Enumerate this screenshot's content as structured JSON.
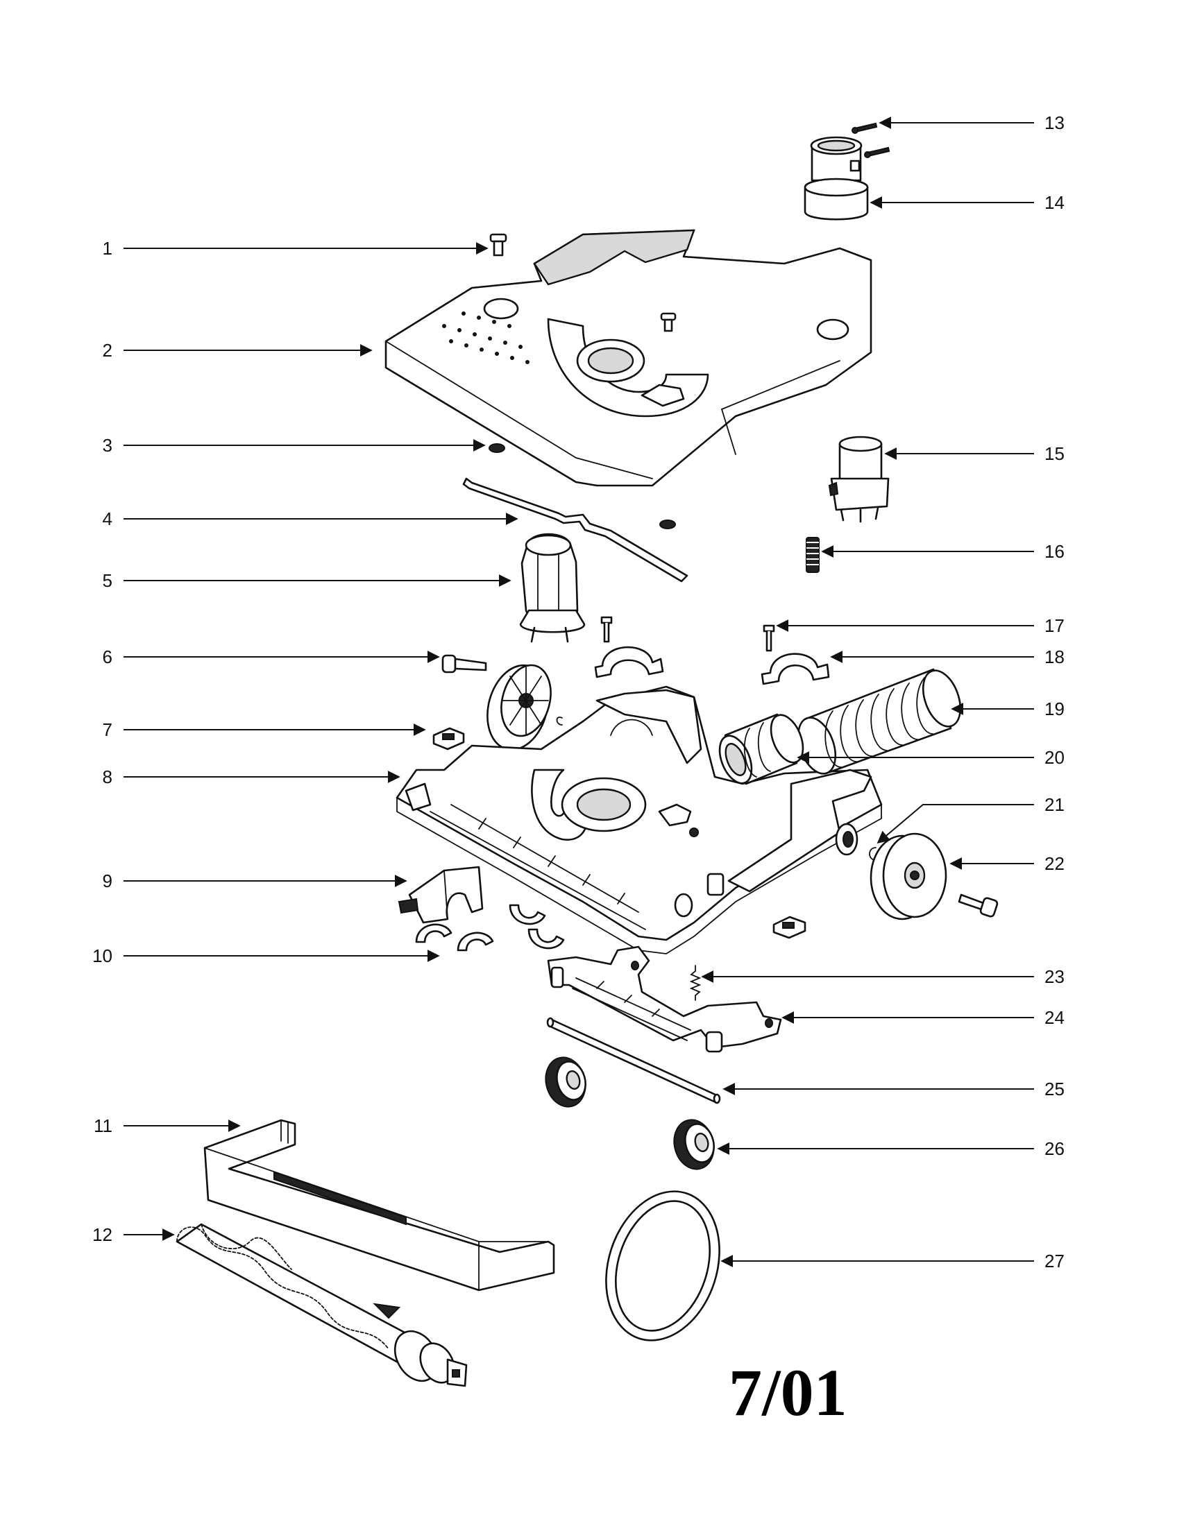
{
  "callouts": {
    "c1": "1",
    "c2": "2",
    "c3": "3",
    "c4": "4",
    "c5": "5",
    "c6": "6",
    "c7": "7",
    "c8": "8",
    "c9": "9",
    "c10": "10",
    "c11": "11",
    "c12": "12",
    "c13": "13",
    "c14": "14",
    "c15": "15",
    "c16": "16",
    "c17": "17",
    "c18": "18",
    "c19": "19",
    "c20": "20",
    "c21": "21",
    "c22": "22",
    "c23": "23",
    "c24": "24",
    "c25": "25",
    "c26": "26",
    "c27": "27"
  },
  "revision_stamp": "7/01"
}
